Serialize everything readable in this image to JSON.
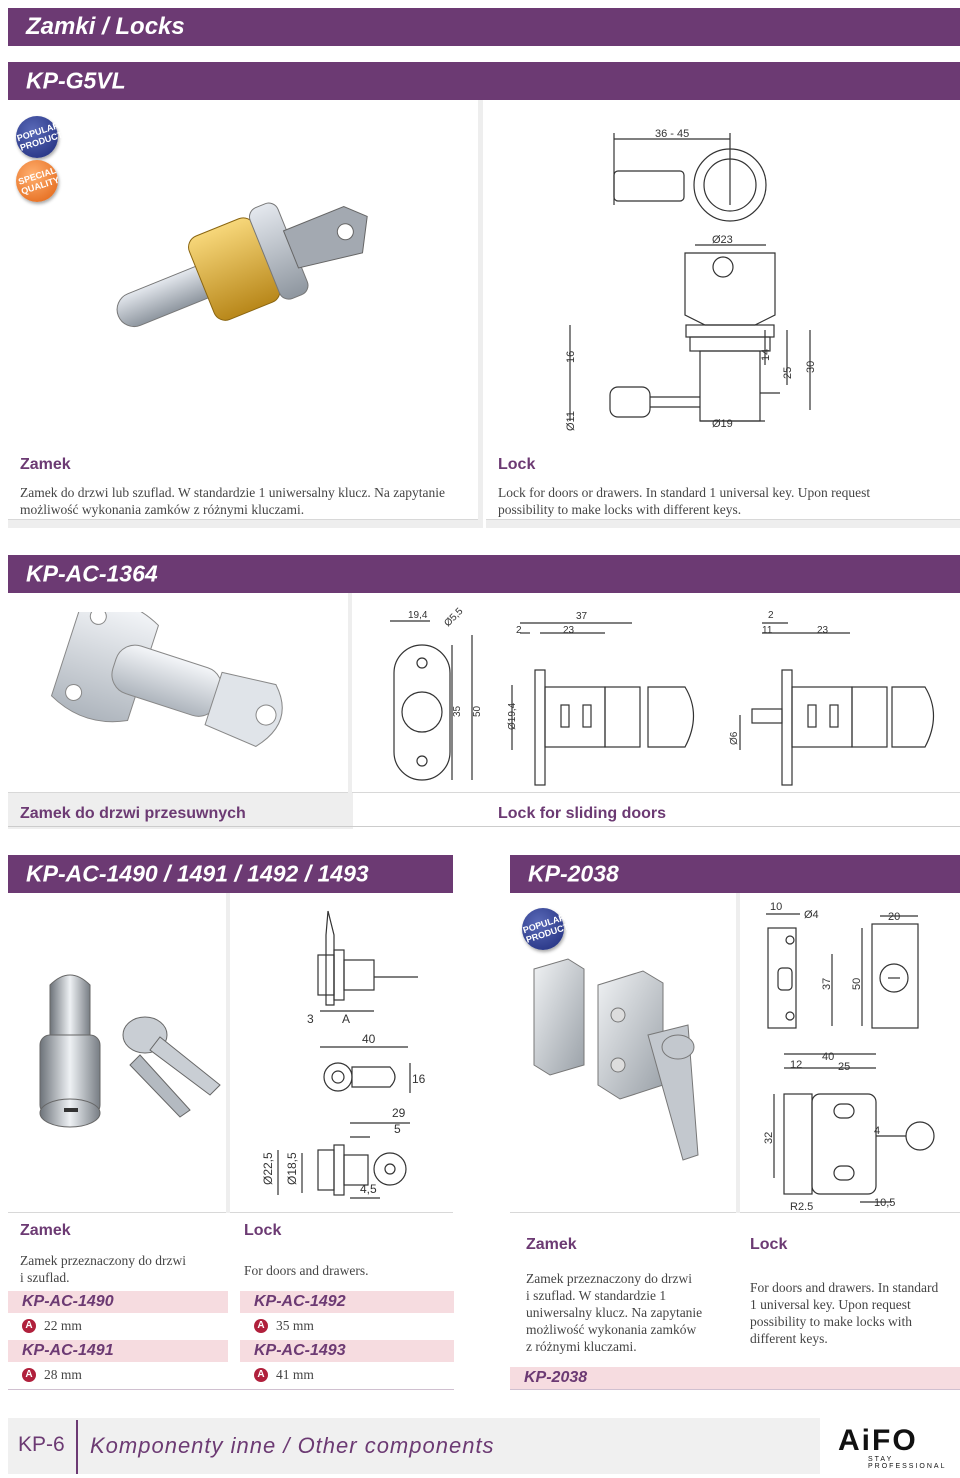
{
  "page_title": "Zamki / Locks",
  "footer": {
    "page_code": "KP-6",
    "title": "Komponenty inne / Other components",
    "brand": "AiFO",
    "slogan": "STAY PROFESSIONAL"
  },
  "stickers": {
    "popular_line1": "POPULAR",
    "popular_line2": "PRODUCT",
    "special_line1": "SPECIAL",
    "special_line2": "QUALITY"
  },
  "colors": {
    "brand_purple": "#6c3a73",
    "highlight_row": "#f6dce0",
    "badge_red": "#b0203c"
  },
  "kp_g5vl": {
    "name": "KP-G5VL",
    "pl_heading": "Zamek",
    "pl_line1": "Zamek do drzwi lub szuflad. W standardzie 1 uniwersalny klucz. Na zapytanie",
    "pl_line2": "możliwość wykonania zamków z różnymi kluczami.",
    "en_heading": "Lock",
    "en_line1": "Lock for doors or drawers. In standard 1 universal key. Upon request",
    "en_line2": "possibility to make locks with different keys.",
    "dims": {
      "d1": "36 - 45",
      "d2": "Ø23",
      "d3": "16",
      "d4": "14",
      "d5": "25",
      "d6": "30",
      "d7": "Ø11",
      "d8": "Ø19"
    }
  },
  "kp_ac_1364": {
    "name": "KP-AC-1364",
    "pl_heading": "Zamek do drzwi przesuwnych",
    "en_heading": "Lock for sliding doors",
    "dims": {
      "d1": "19,4",
      "d2": "Ø5,5",
      "d3": "35",
      "d4": "50",
      "d5": "2",
      "d6": "37",
      "d7": "23",
      "d8": "Ø19,4",
      "d9": "2",
      "d10": "11",
      "d11": "23",
      "d12": "Ø6"
    }
  },
  "kp_ac_1490": {
    "name": "KP-AC-1490 / 1491 / 1492 / 1493",
    "pl_heading": "Zamek",
    "pl_line1": "Zamek przeznaczony do drzwi",
    "pl_line2": "i szuflad.",
    "en_heading": "Lock",
    "en_line1": "For doors and drawers.",
    "models": [
      {
        "code": "KP-AC-1490",
        "badge": "A",
        "value": "22 mm"
      },
      {
        "code": "KP-AC-1491",
        "badge": "A",
        "value": "28 mm"
      },
      {
        "code": "KP-AC-1492",
        "badge": "A",
        "value": "35 mm"
      },
      {
        "code": "KP-AC-1493",
        "badge": "A",
        "value": "41 mm"
      }
    ],
    "dims": {
      "d1": "3",
      "d2": "A",
      "d3": "40",
      "d4": "16",
      "d5": "29",
      "d6": "5",
      "d7": "Ø22,5",
      "d8": "Ø18,5",
      "d9": "4,5"
    }
  },
  "kp_2038": {
    "name": "KP-2038",
    "pl_heading": "Zamek",
    "pl_line1": "Zamek przeznaczony do drzwi",
    "pl_line2": "i szuflad. W standardzie 1",
    "pl_line3": "uniwersalny klucz. Na zapytanie",
    "pl_line4": "możliwość wykonania zamków",
    "pl_line5": "z różnymi kluczami.",
    "en_heading": "Lock",
    "en_line1": "For doors and drawers. In standard",
    "en_line2": "1 universal key. Upon request",
    "en_line3": "possibility to make locks with",
    "en_line4": "different keys.",
    "model_row": "KP-2038",
    "dims": {
      "d1": "10",
      "d2": "Ø4",
      "d3": "20",
      "d4": "37",
      "d5": "50",
      "d6": "40",
      "d7": "12",
      "d8": "25",
      "d9": "32",
      "d10": "4",
      "d11": "R2,5",
      "d12": "10,5"
    }
  }
}
